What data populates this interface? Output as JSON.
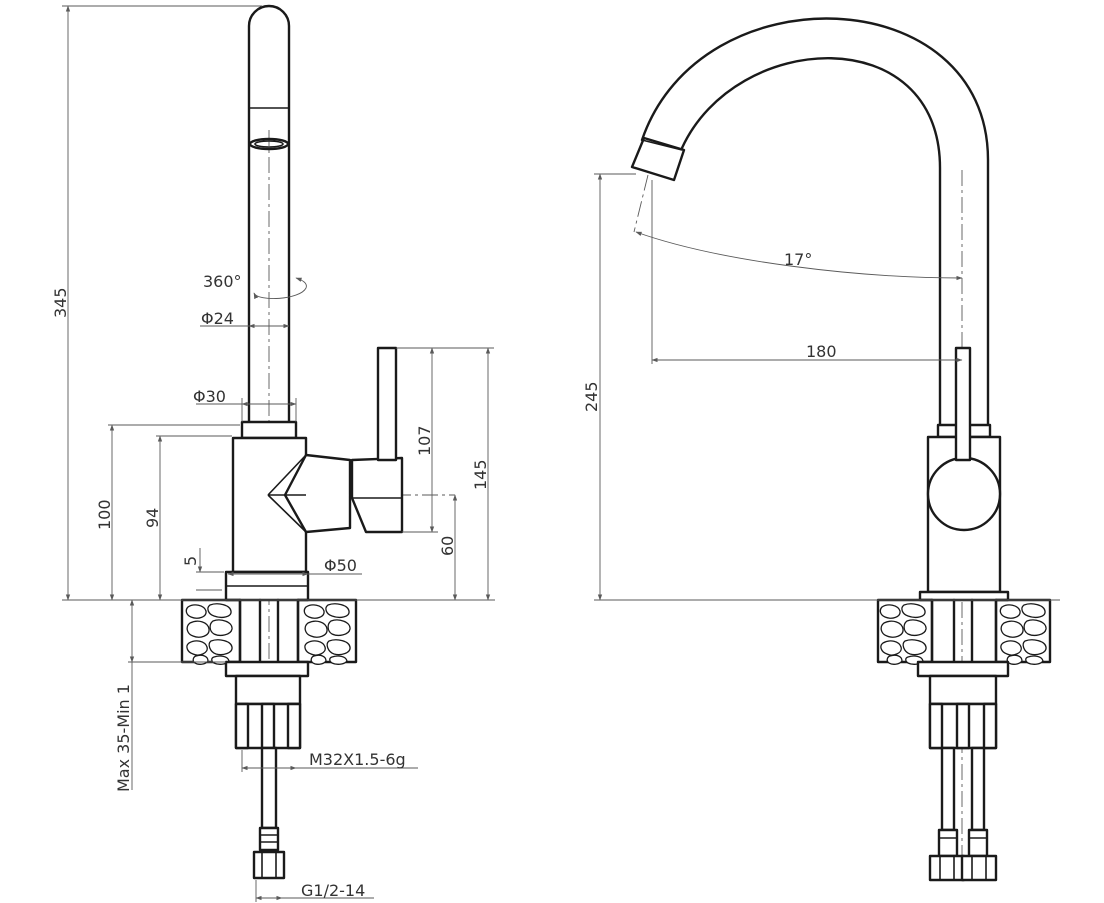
{
  "labels": {
    "height_total": "345",
    "rotation": "360°",
    "dia_spout": "Φ24",
    "dia_collar": "Φ30",
    "height_handle_base": "100",
    "height_body": "94",
    "gap_small": "5",
    "dia_base": "Φ50",
    "handle_length": "107",
    "height_handle_top": "145",
    "handle_axis": "60",
    "mount_thickness": "Max 35-Min 1",
    "thread_main": "M32X1.5-6g",
    "thread_hose": "G1/2-14",
    "spout_height": "245",
    "angle": "17°",
    "reach": "180"
  },
  "colors": {
    "outline": "#1a1a1a",
    "dimension": "#5a5a5a",
    "text": "#333333"
  }
}
